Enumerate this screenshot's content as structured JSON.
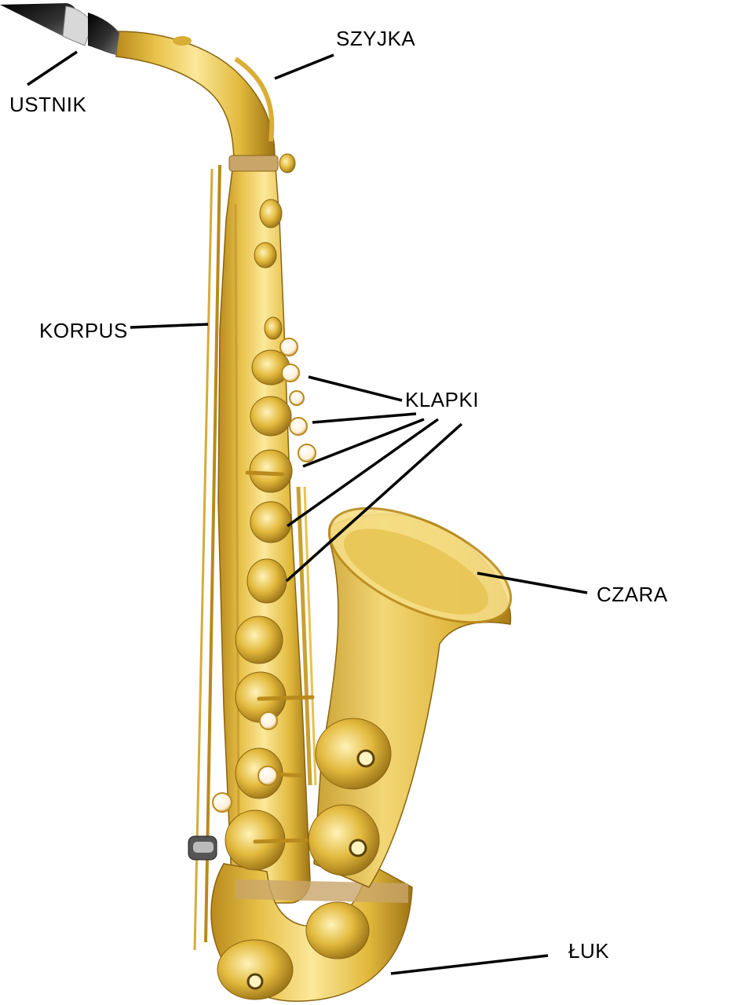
{
  "labels": {
    "mouthpiece": "USTNIK",
    "neck": "SZYJKA",
    "body": "KORPUS",
    "keys": "KLAPKI",
    "bell": "CZARA",
    "bow": "ŁUK"
  },
  "colors": {
    "brass_light": "#fbe89a",
    "brass": "#e8c24a",
    "brass_dark": "#b98a1c",
    "brass_shadow": "#8a6410",
    "pearl": "#fff6e6",
    "mouthpiece_black": "#1a1a1a",
    "ligature_silver": "#cfcfcf",
    "leader_line": "#000000"
  }
}
